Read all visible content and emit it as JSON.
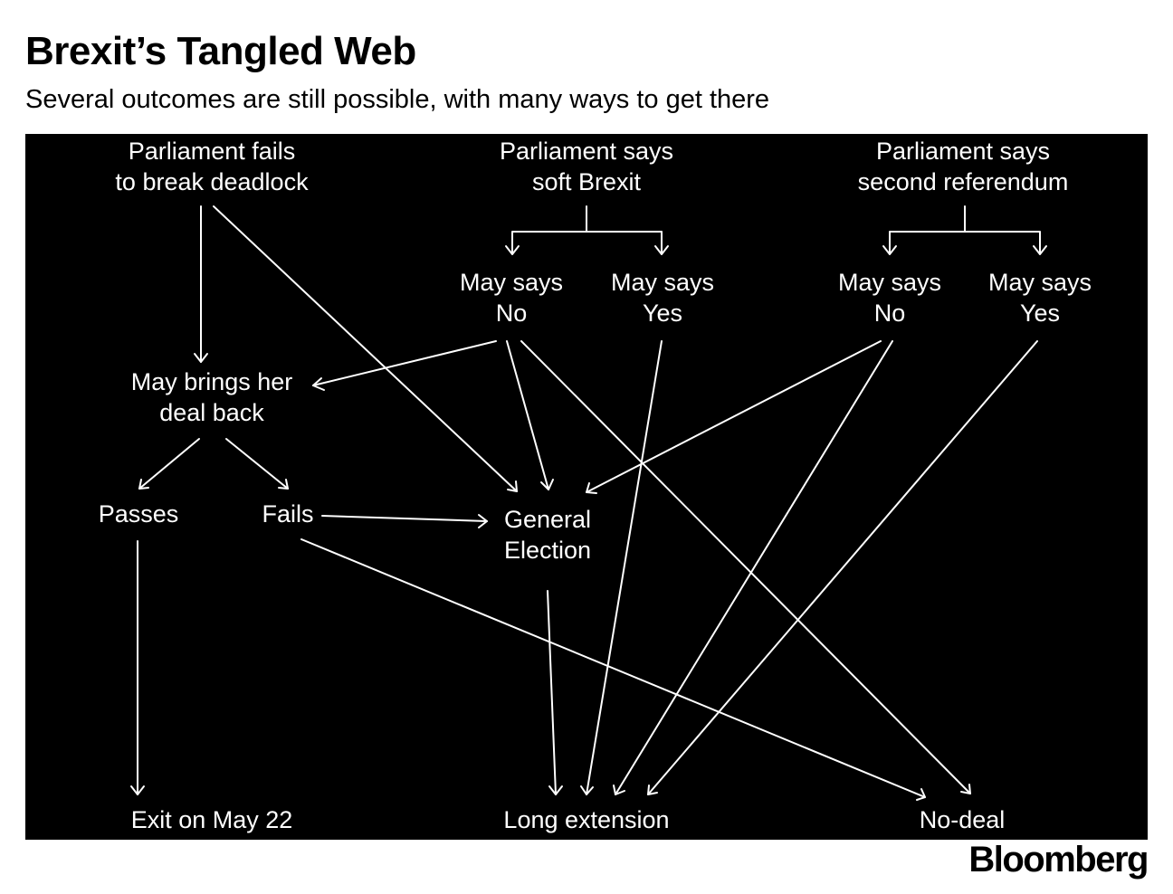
{
  "title": "Brexit’s Tangled Web",
  "subtitle": "Several outcomes are still possible, with many ways to get there",
  "logo": "Bloomberg",
  "colors": {
    "panel": "#000000",
    "ink": "#ffffff",
    "page": "#ffffff"
  },
  "nodes": {
    "deadlock": {
      "line1": "Parliament fails",
      "line2": "to break deadlock"
    },
    "soft": {
      "line1": "Parliament says",
      "line2": "soft Brexit"
    },
    "referendum": {
      "line1": "Parliament says",
      "line2": "second referendum"
    },
    "soft_no": {
      "line1": "May says",
      "line2": "No"
    },
    "soft_yes": {
      "line1": "May says",
      "line2": "Yes"
    },
    "ref_no": {
      "line1": "May says",
      "line2": "No"
    },
    "ref_yes": {
      "line1": "May says",
      "line2": "Yes"
    },
    "deal_back": {
      "line1": "May brings her",
      "line2": "deal back"
    },
    "passes": {
      "line1": "Passes"
    },
    "fails": {
      "line1": "Fails"
    },
    "election": {
      "line1": "General",
      "line2": "Election"
    },
    "exit": {
      "line1": "Exit on May 22"
    },
    "extension": {
      "line1": "Long extension"
    },
    "nodeal": {
      "line1": "No-deal"
    }
  }
}
